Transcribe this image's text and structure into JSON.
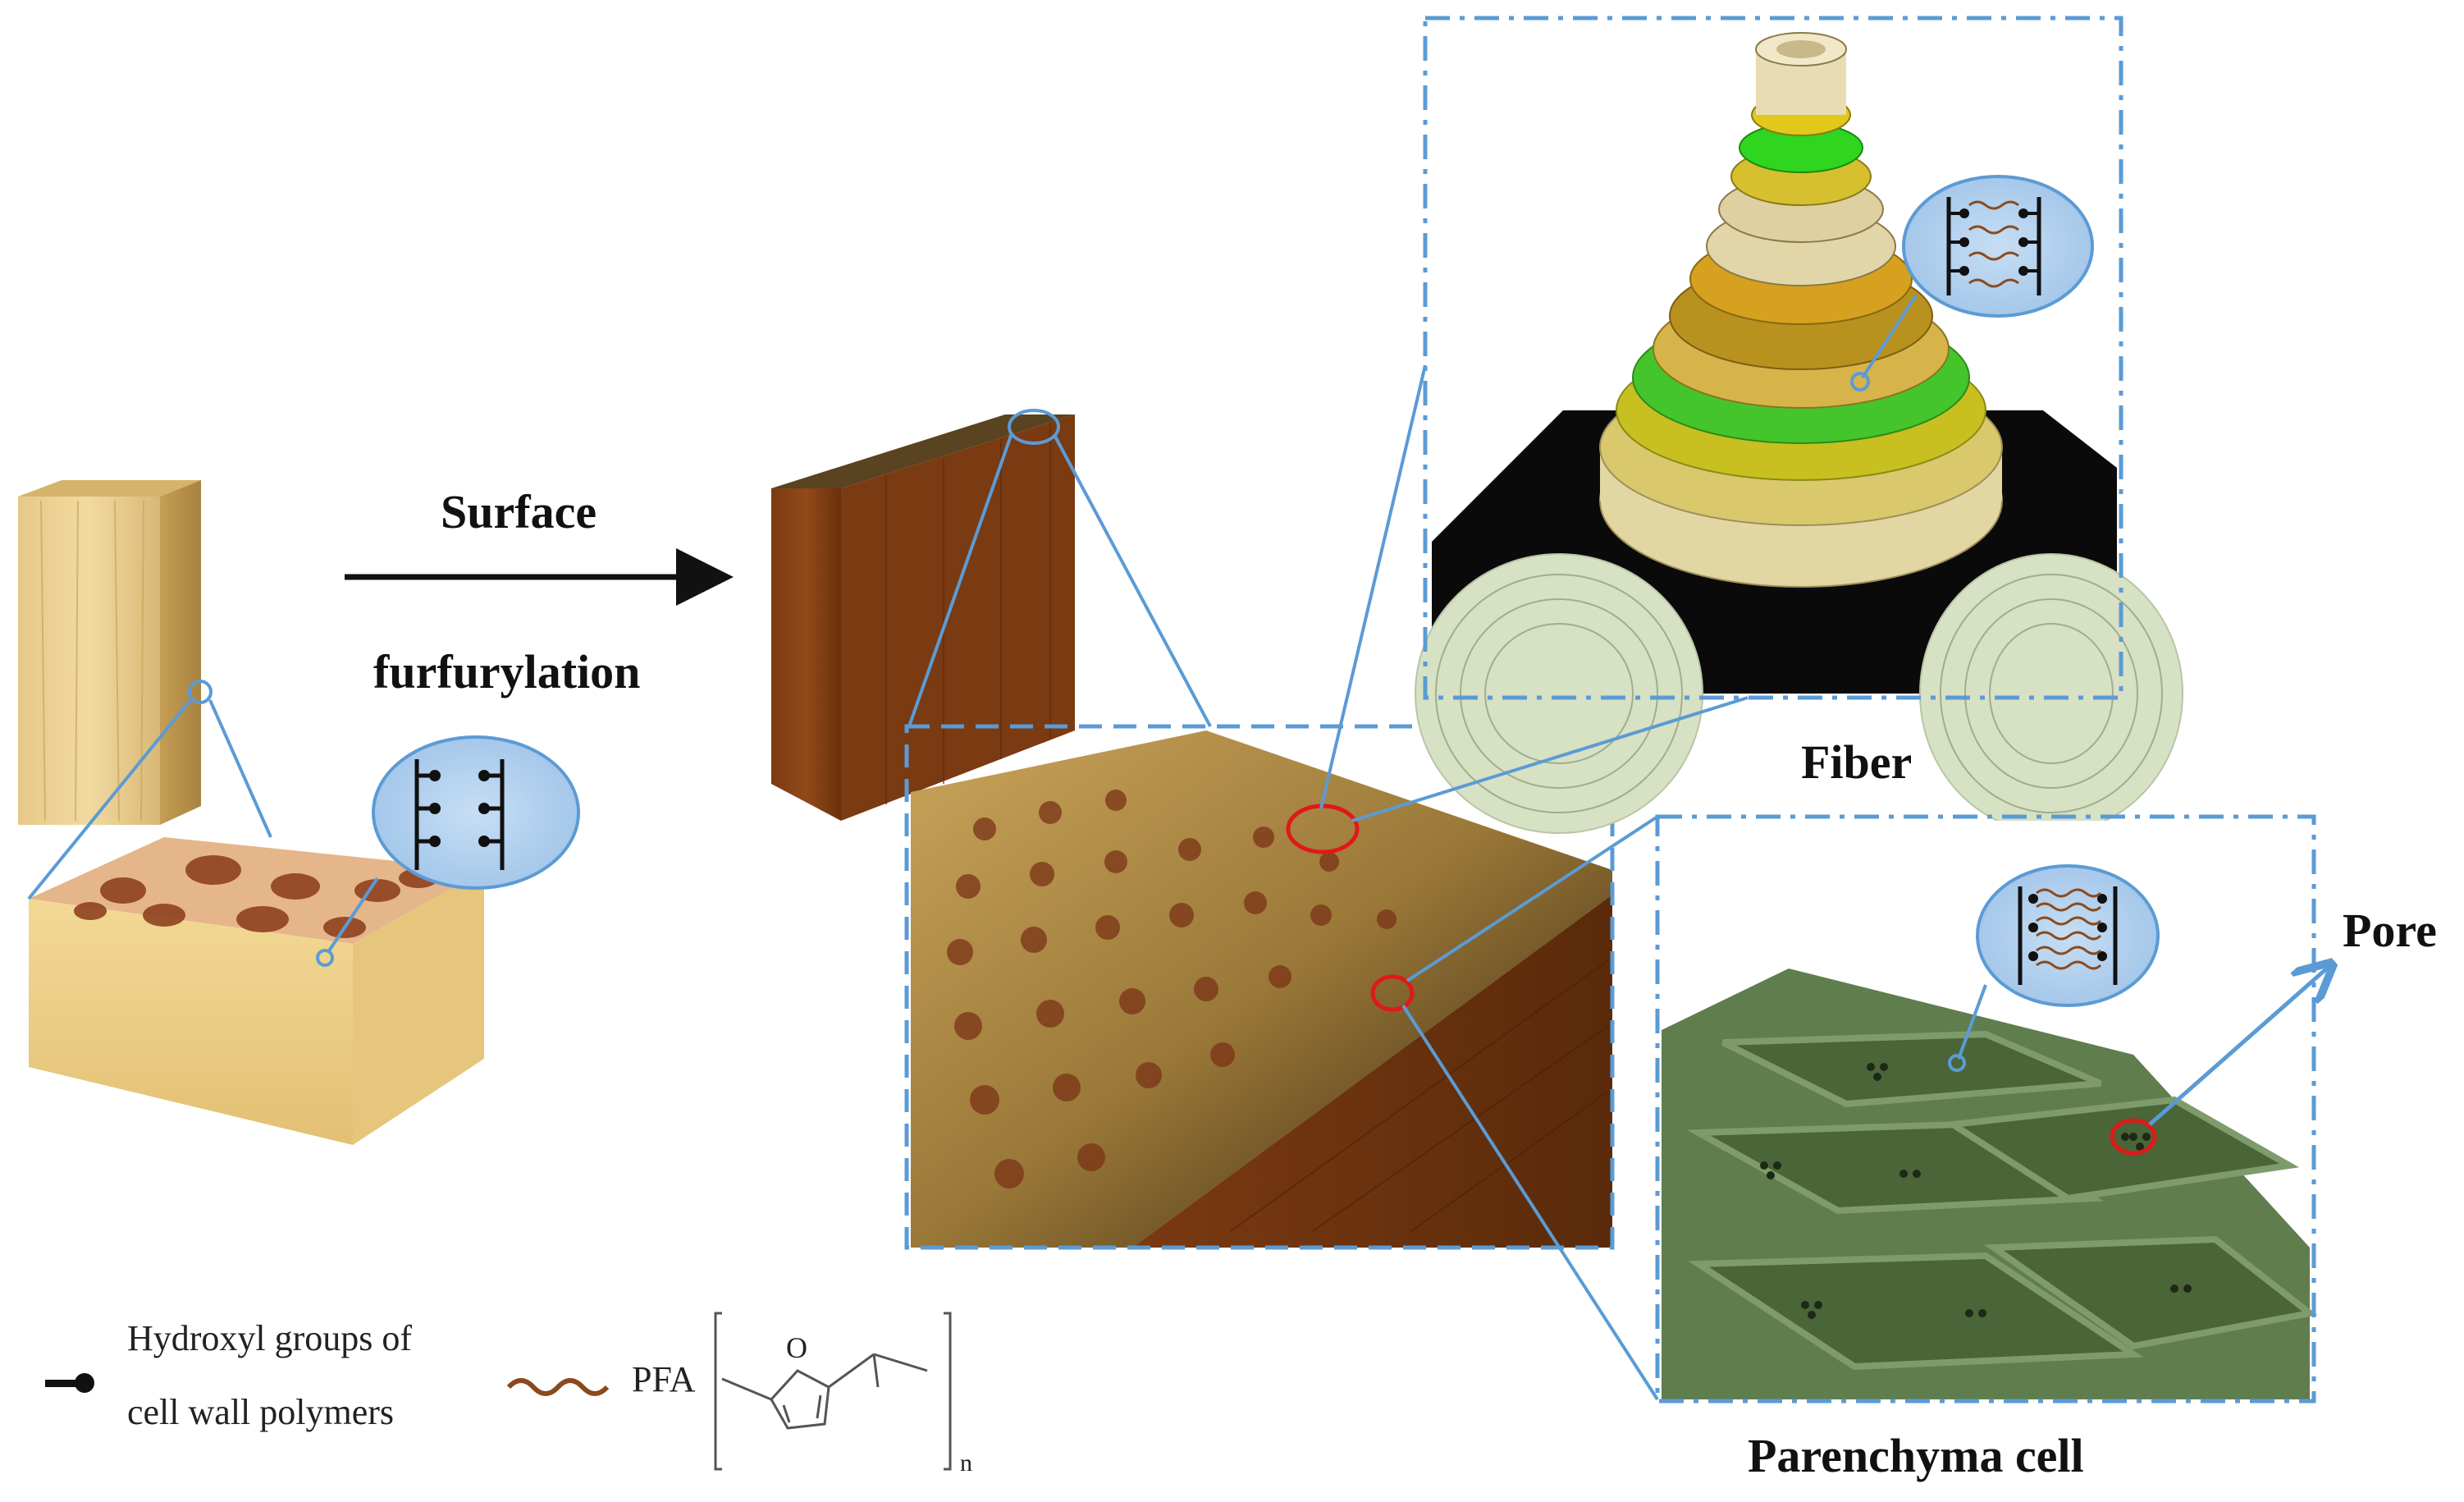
{
  "process": {
    "line1": "Surface",
    "line2": "furfurylation"
  },
  "labels": {
    "fiber": "Fiber",
    "parenchyma": "Parenchyma cell",
    "pore": "Pore"
  },
  "legend": {
    "hydroxyl_line1": "Hydroxyl groups of",
    "hydroxyl_line2": "cell wall polymers",
    "pfa": "PFA",
    "subscript": "n",
    "ring_atom": "O"
  },
  "colors": {
    "callout_blue": "#5b9bd5",
    "highlight_red": "#e01818",
    "pfa_brown": "#8a4a1c",
    "wood_light": "#e2c27a",
    "wood_dark": "#6e3510",
    "cell_green": "#6a8a5a"
  }
}
